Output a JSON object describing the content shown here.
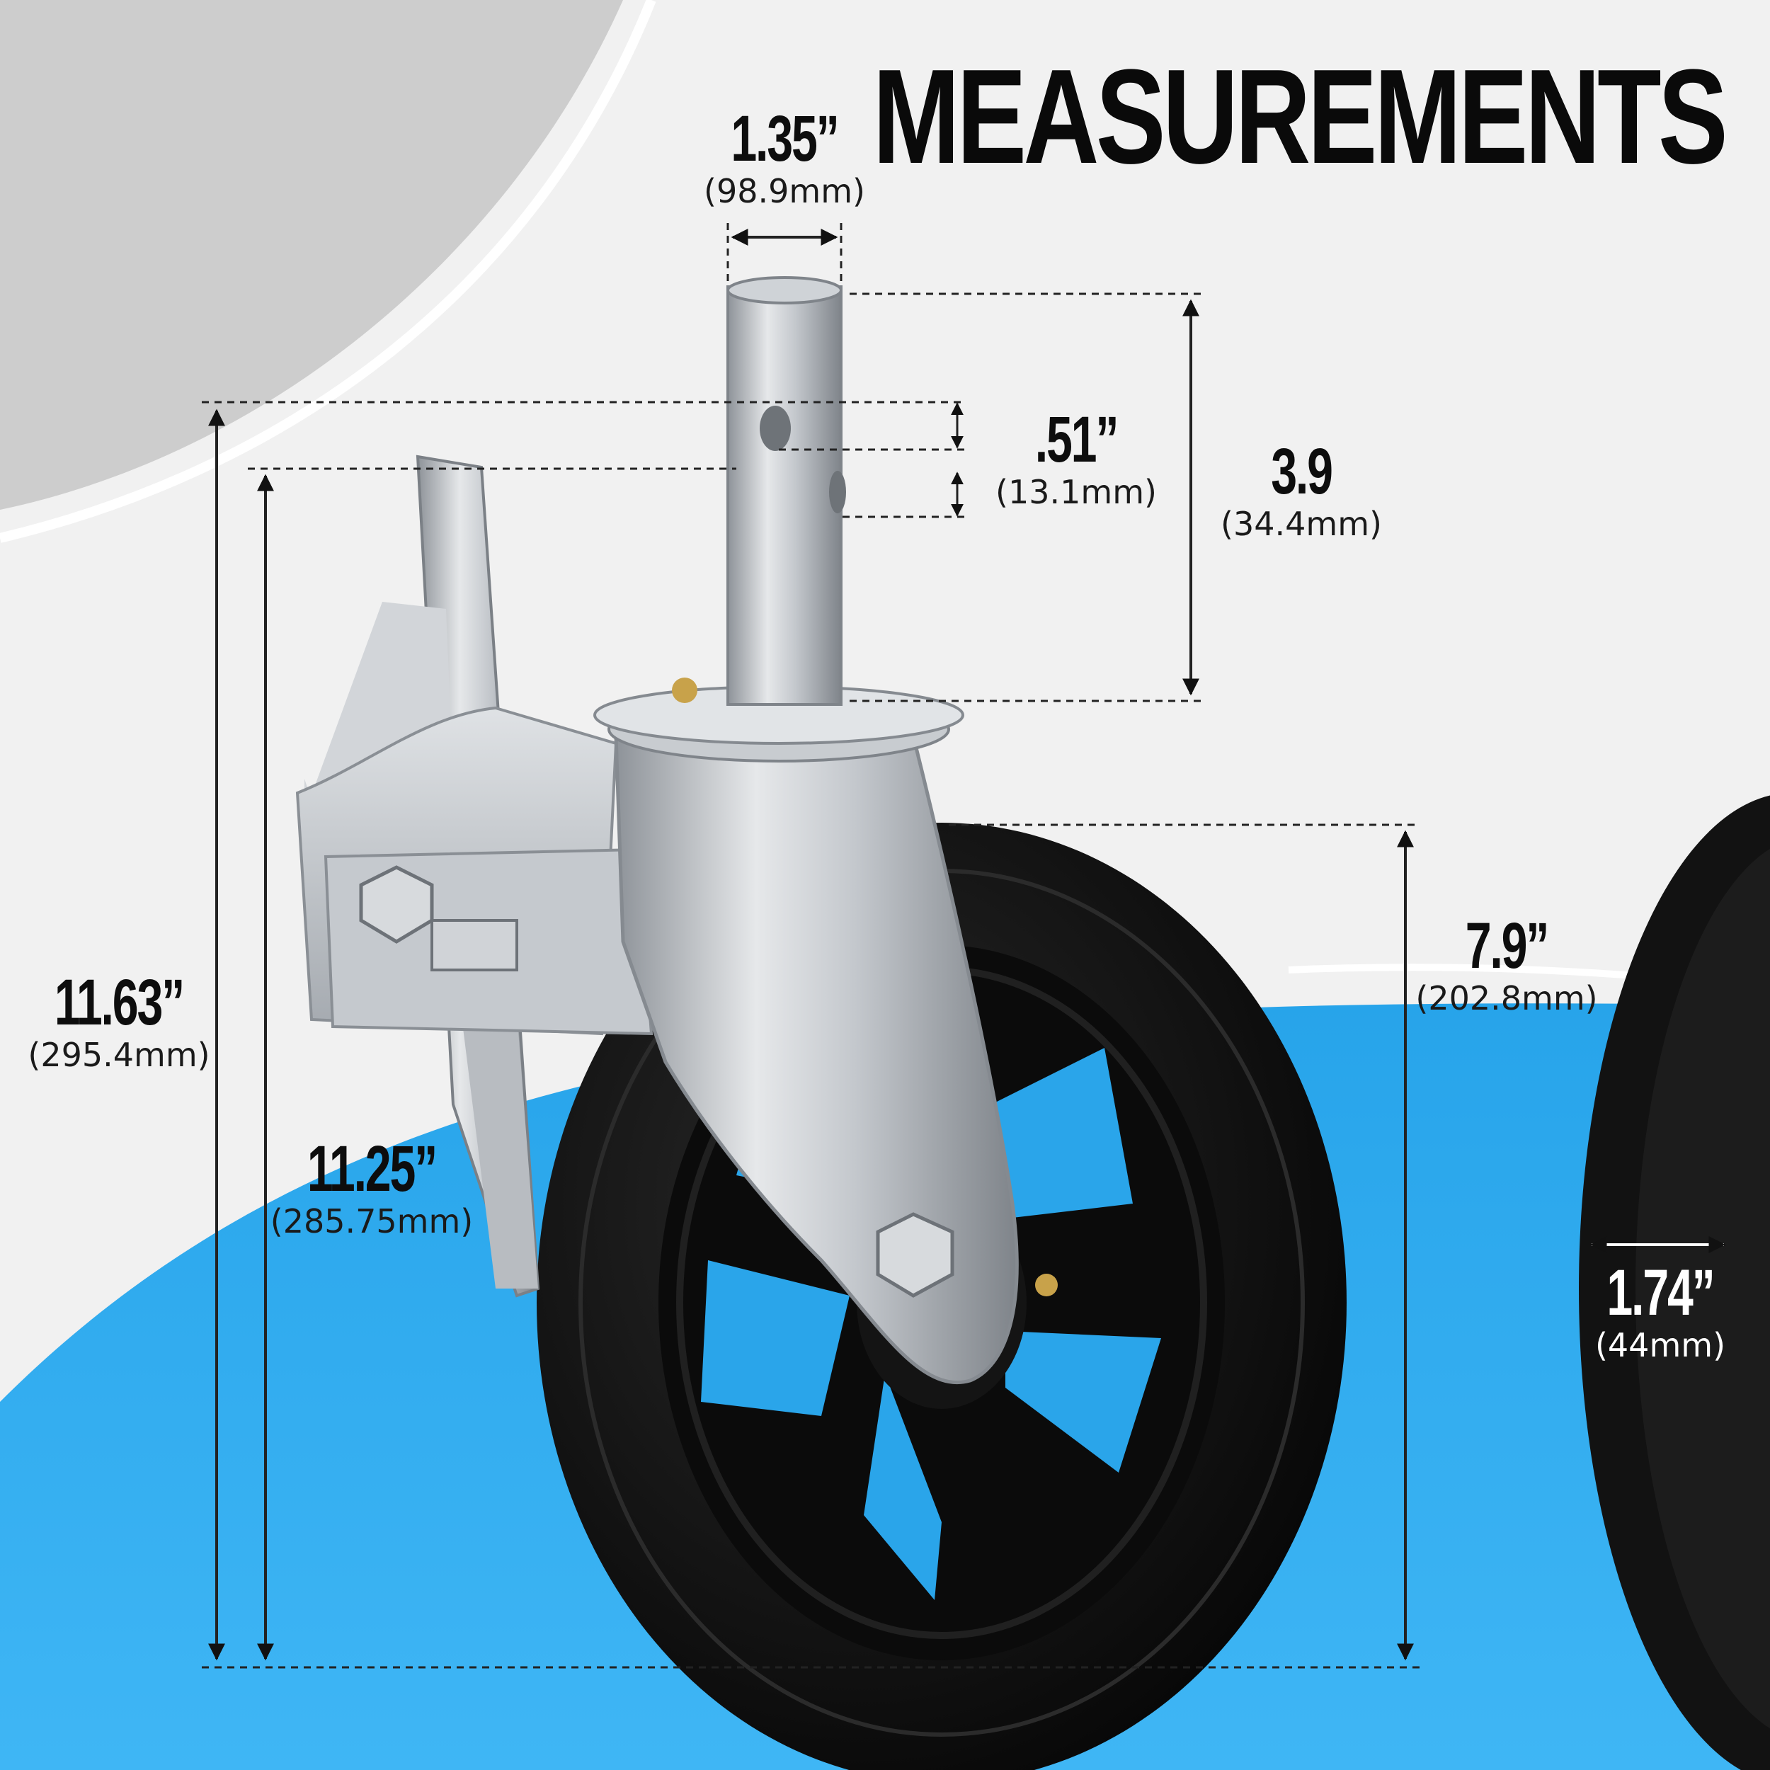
{
  "title": "MEASUREMENTS",
  "dimensions": {
    "stem_diameter": {
      "imperial": "1.35”",
      "metric": "(98.9mm)"
    },
    "hole_spacing": {
      "imperial": ".51”",
      "metric": "(13.1mm)"
    },
    "stem_length": {
      "imperial": "3.9",
      "metric": "(34.4mm)"
    },
    "overall_height": {
      "imperial": "11.63”",
      "metric": "(295.4mm)"
    },
    "height_to_hole": {
      "imperial": "11.25”",
      "metric": "(285.75mm)"
    },
    "wheel_diameter": {
      "imperial": "7.9”",
      "metric": "(202.8mm)"
    },
    "wheel_width": {
      "imperial": "1.74”",
      "metric": "(44mm)"
    }
  },
  "colors": {
    "background": "#f2f2f2",
    "blue_accent": "#2ea8ec",
    "grey_curve": "#cfcfcf",
    "rubber": "#111111",
    "steel": "#c9cdd2",
    "text": "#0d0d0d"
  }
}
